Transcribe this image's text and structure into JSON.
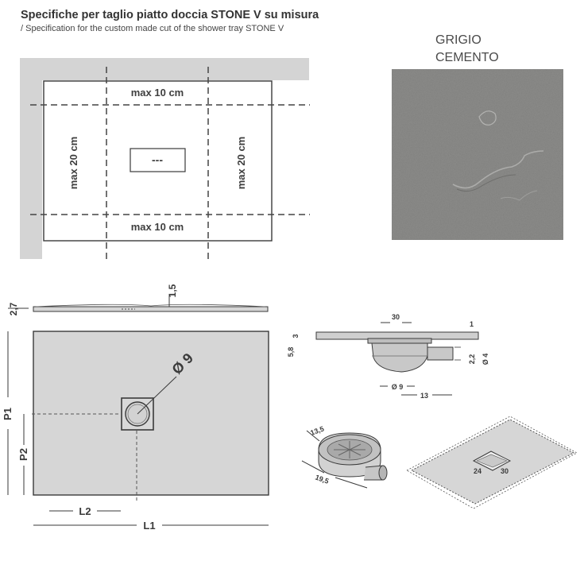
{
  "header": {
    "title": "Specifiche per taglio piatto doccia STONE V su misura",
    "subtitle": "/ Specification for the custom made cut of the shower tray STONE V"
  },
  "swatch": {
    "line1": "GRIGIO",
    "line2": "CEMENTO",
    "color": "#8c8c8a"
  },
  "cut_diagram": {
    "top_label": "max 10 cm",
    "bottom_label": "max 10 cm",
    "left_label": "max 20 cm",
    "right_label": "max 20 cm",
    "drain_mark": "---"
  },
  "tray": {
    "thickness": "2,7",
    "slope": "1,5",
    "drain_diameter": "Ø 9",
    "p1": "P1",
    "p2": "P2",
    "l1": "L1",
    "l2": "L2"
  },
  "drain_section": {
    "width": "30",
    "edge": "1",
    "depth_upper": "3",
    "total_height": "5,8",
    "outlet_height": "2,2",
    "outlet_diameter": "Ø 4",
    "pipe_diameter": "Ø 9",
    "outlet_length": "13"
  },
  "drain_iso": {
    "top": "13,5",
    "length": "19,5"
  },
  "tray_iso": {
    "recess_width": "24",
    "recess_length": "30"
  },
  "colors": {
    "tray_fill": "#d6d6d6",
    "wall_fill": "#d4d4d4",
    "line": "#3a3a3a"
  }
}
